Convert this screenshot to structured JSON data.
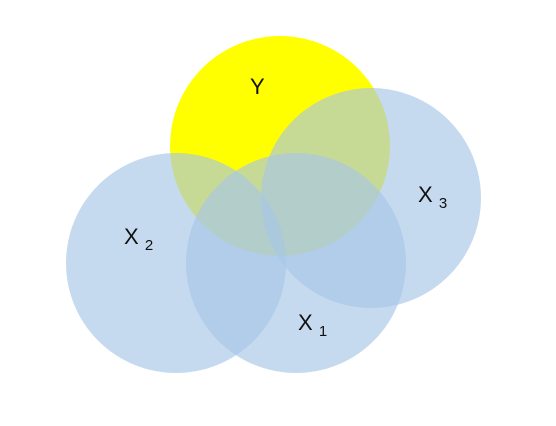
{
  "colors": {
    "background": "#ffffff",
    "y_circle_fill": "#ffff00",
    "x_circle_fill": "#a8c6e6",
    "x_circle_opacity": "0.65",
    "label_color": "#111111"
  },
  "diagram": {
    "circles": [
      {
        "id": "y",
        "label_main": "Y",
        "label_sub": ""
      },
      {
        "id": "x1",
        "label_main": "X",
        "label_sub": "1"
      },
      {
        "id": "x2",
        "label_main": "X",
        "label_sub": "2"
      },
      {
        "id": "x3",
        "label_main": "X",
        "label_sub": "3"
      }
    ]
  }
}
